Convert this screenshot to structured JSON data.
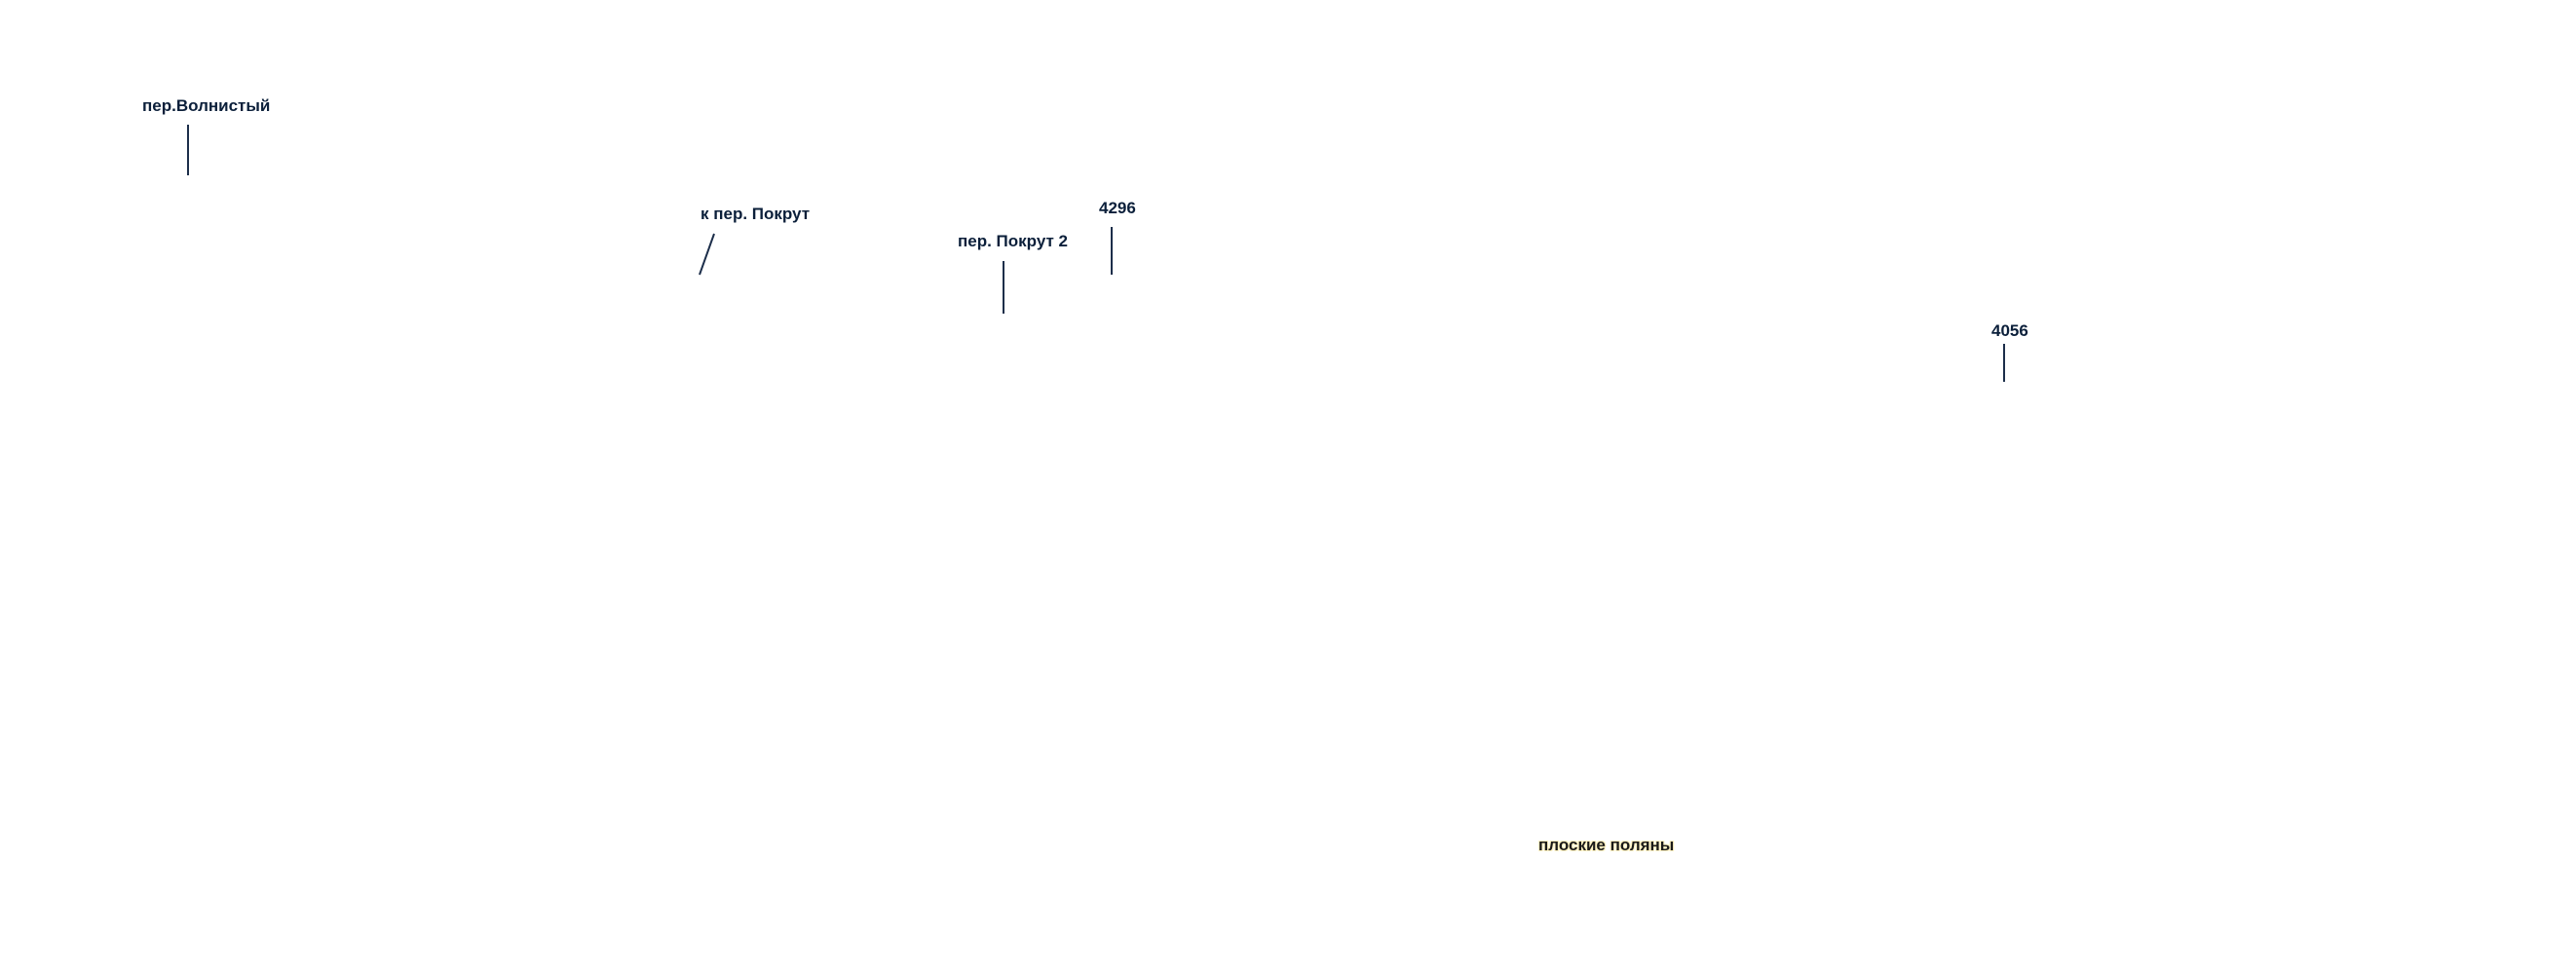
{
  "labels": {
    "pass_volnisty": "пер.Волнистый",
    "to_pass_pokrut": "к пер. Покрут",
    "pass_pokrut_2": "пер. Покрут 2",
    "peak_4296": "4296",
    "peak_4056": "4056",
    "flat_glades": "плоские поляны"
  }
}
